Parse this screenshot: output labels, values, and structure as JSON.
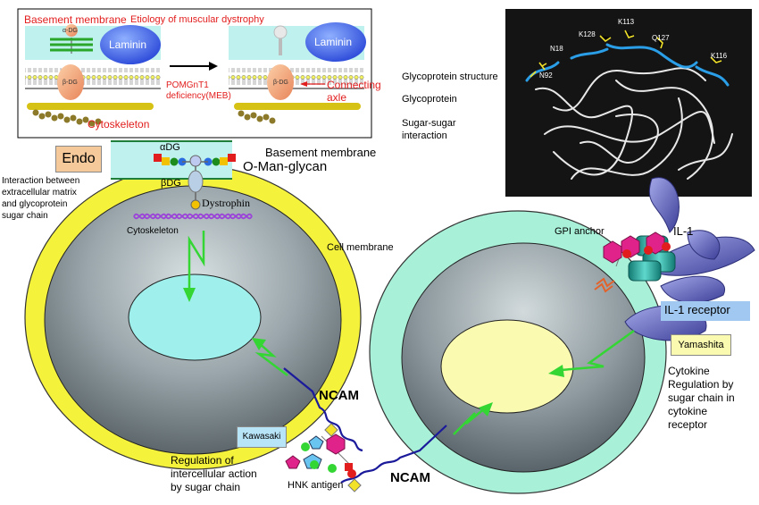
{
  "inset": {
    "basement_membrane": "Basement membrane",
    "etiology": "Etiology of muscular dystrophy",
    "alpha_dg": "α-DG",
    "beta_dg": "β-DG",
    "laminin_left": "Laminin",
    "laminin_right": "Laminin",
    "pomgnt1_line1": "POMGnT1",
    "pomgnt1_line2": "deficiency(MEB)",
    "cytoskeleton": "Cytoskeleton",
    "connecting_line1": "Connecting",
    "connecting_line2": "axle"
  },
  "legend": {
    "glycoprotein_structure": "Glycoprotein structure",
    "glycoprotein": "Glycoprotein",
    "sugar_sugar_line1": "Sugar-sugar",
    "sugar_sugar_line2": "interaction"
  },
  "protein": {
    "labels": [
      "N18",
      "K128",
      "K113",
      "Q127",
      "N92",
      "K116"
    ]
  },
  "left_cell": {
    "endo_badge": "Endo",
    "alpha_dg": "αDG",
    "beta_dg": "βDG",
    "basement_membrane": "Basement membrane",
    "o_man_glycan": "O-Man-glycan",
    "dystrophin": "Dystrophin",
    "cytoskeleton": "Cytoskeleton",
    "interaction_lines": [
      "Interaction between",
      "extracellular matrix",
      "and glycoprotein",
      "sugar chain"
    ],
    "cell_membrane": "Cell membrane"
  },
  "right_cell": {
    "gpi_anchor": "GPI anchor",
    "il1": "IL-1",
    "il1_receptor": "IL-1 receptor",
    "yamashita_badge": "Yamashita",
    "cytokine_lines": [
      "Cytokine",
      "Regulation by",
      "sugar chain in",
      "cytokine",
      "receptor"
    ]
  },
  "middle": {
    "ncam_top": "NCAM",
    "ncam_bottom": "NCAM",
    "kawasaki_badge": "Kawasaki",
    "regulation_lines": [
      "Regulation of",
      "intercellular action",
      "by sugar chain"
    ],
    "hnk_antigen": "HNK antigen"
  },
  "colors": {
    "cell_outer_yellow": "#f5f23c",
    "cell_gray": "#8a969c",
    "nucleus_cyan": "#9ff0ec",
    "nucleus_yellow": "#fafab0",
    "ring_teal": "#a8f0d8",
    "arrow_green": "#33d633",
    "receptor_purple": "#5b5fb5"
  }
}
